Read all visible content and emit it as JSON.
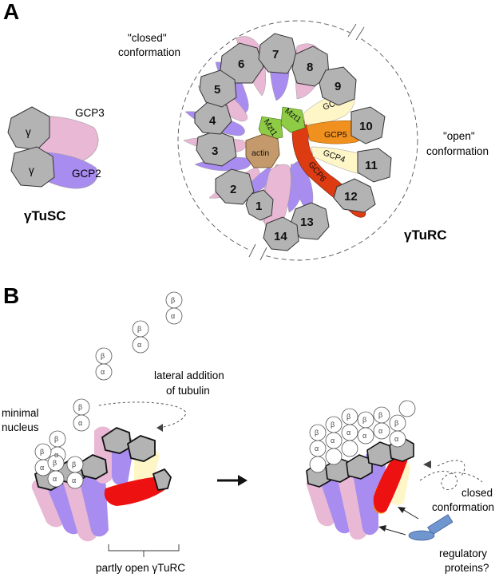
{
  "panels": {
    "a": "A",
    "b": "B"
  },
  "gtusc": {
    "label": "γTuSC",
    "gcp3": "GCP3",
    "gcp2": "GCP2",
    "gamma": "γ"
  },
  "gturc": {
    "label": "γTuRC",
    "closed_label": [
      "\"closed\"",
      "conformation"
    ],
    "open_label": [
      "\"open\"",
      "conformation"
    ],
    "spoke_numbers": [
      "1",
      "2",
      "3",
      "4",
      "5",
      "6",
      "7",
      "8",
      "9",
      "10",
      "11",
      "12",
      "13",
      "14"
    ],
    "mzt1": "Mzt1",
    "actin": "actin",
    "gcp4": "GCP4",
    "gcp5": "GCP5",
    "gcp6": "GCP6"
  },
  "panel_b": {
    "lateral": [
      "lateral addition",
      "of tubulin"
    ],
    "minimal": [
      "minimal",
      "nucleus"
    ],
    "partly_open": "partly open γTuRC",
    "closed": [
      "closed",
      "conformation"
    ],
    "regulatory": [
      "regulatory",
      "proteins?"
    ],
    "alpha": "α",
    "beta": "β"
  },
  "colors": {
    "gamma_tubulin": "#b3b3b3",
    "gcp2": "#a98cf0",
    "gcp3": "#e8b8d4",
    "gcp4": "#fff6c8",
    "gcp5": "#f0901e",
    "gcp6": "#dd3b12",
    "mzt1": "#8fcc45",
    "actin": "#c49a6c",
    "regulatory": "#6f96cf"
  }
}
